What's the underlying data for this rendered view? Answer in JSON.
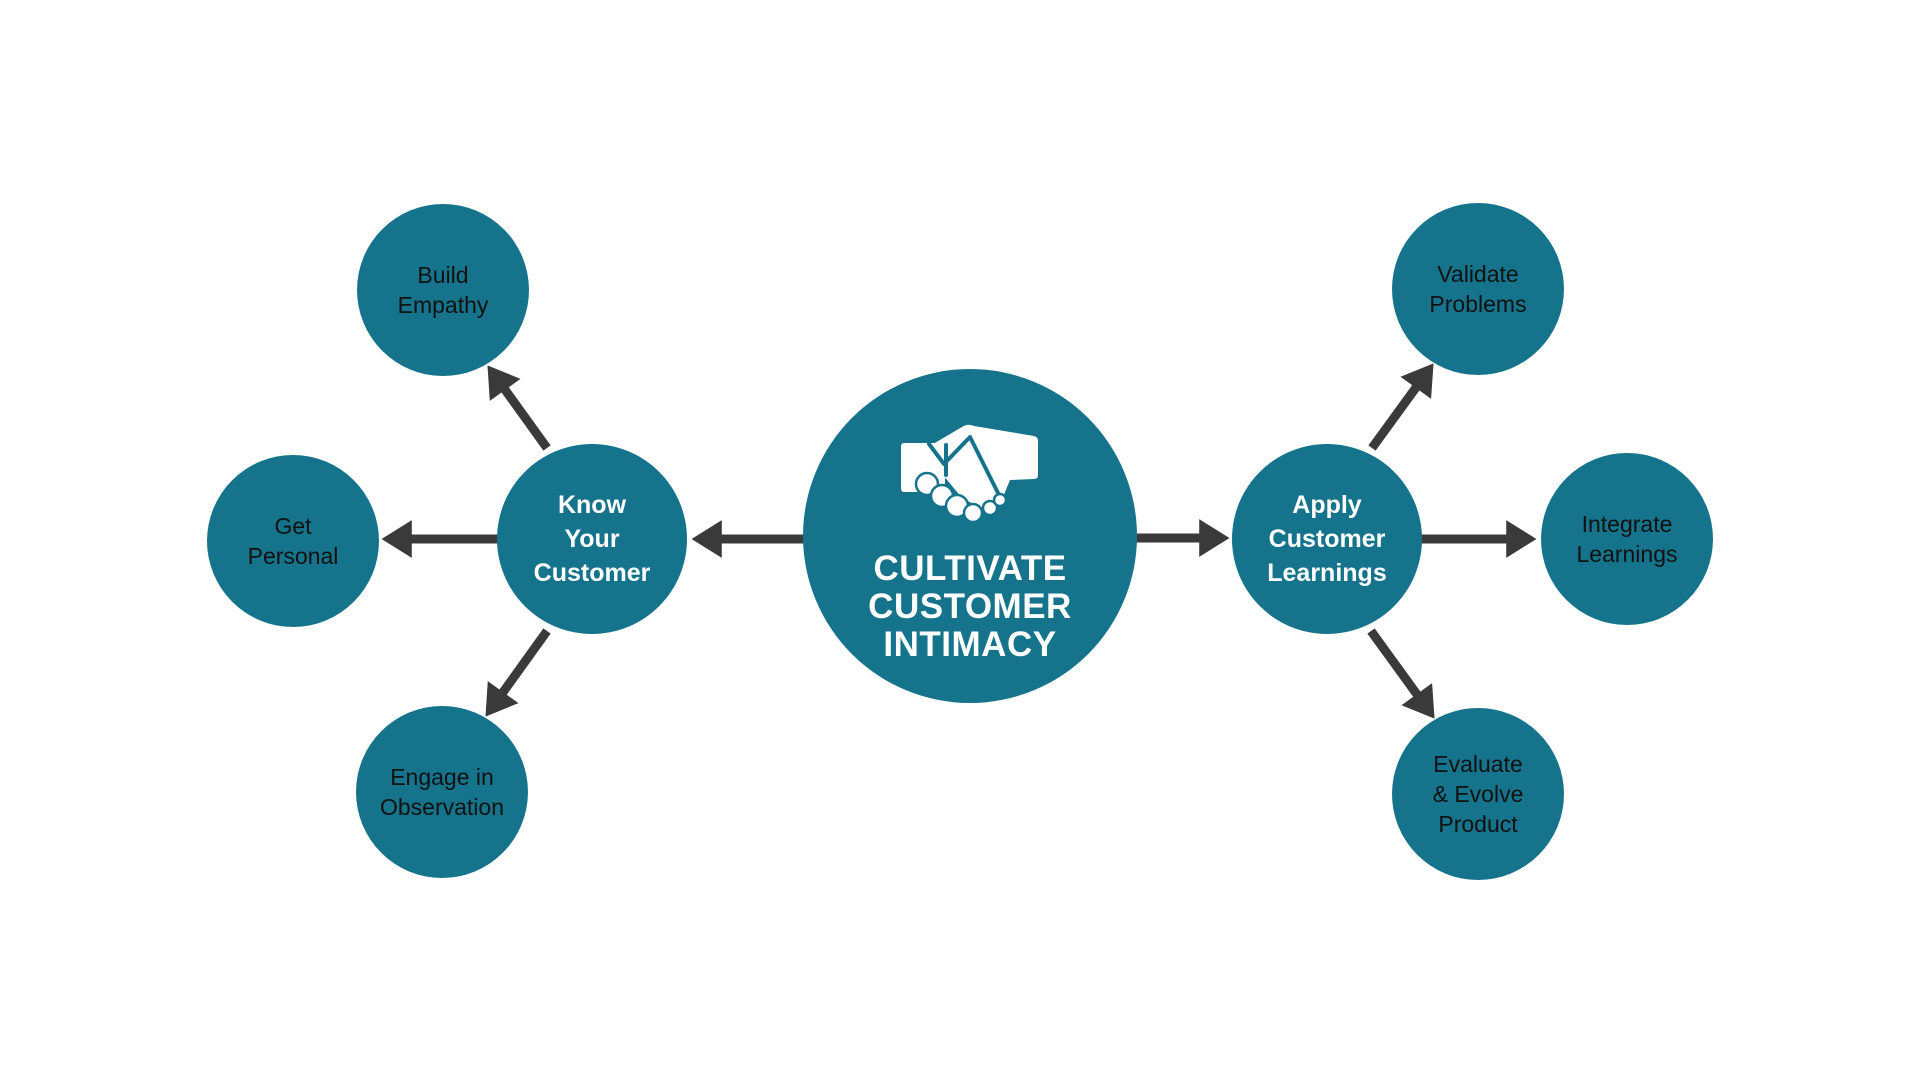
{
  "colors": {
    "node": "#15748b",
    "arrow": "#3a3a3a",
    "text_dark": "#111111",
    "text_light": "#ffffff",
    "background": "#ffffff"
  },
  "nodes": {
    "center": {
      "icon": "handshake-icon",
      "lines": [
        "CULTIVATE",
        "CUSTOMER",
        "INTIMACY"
      ]
    },
    "know": {
      "lines": [
        "Know",
        "Your",
        "Customer"
      ]
    },
    "apply": {
      "lines": [
        "Apply",
        "Customer",
        "Learnings"
      ]
    },
    "build": {
      "lines": [
        "Build",
        "Empathy"
      ]
    },
    "get": {
      "lines": [
        "Get",
        "Personal"
      ]
    },
    "engage": {
      "lines": [
        "Engage in",
        "Observation"
      ]
    },
    "validate": {
      "lines": [
        "Validate",
        "Problems"
      ]
    },
    "integrate": {
      "lines": [
        "Integrate",
        "Learnings"
      ]
    },
    "evaluate": {
      "lines": [
        "Evaluate",
        "& Evolve",
        "Product"
      ]
    }
  }
}
